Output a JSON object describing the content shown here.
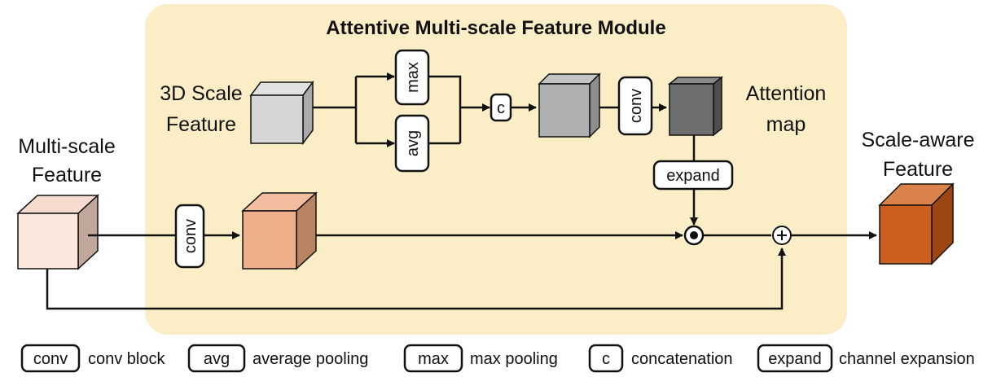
{
  "module": {
    "title": "Attentive Multi-scale Feature Module",
    "panel_color": "#FBEDC6"
  },
  "labels": {
    "scale3d_line1": "3D Scale",
    "scale3d_line2": "Feature",
    "multiscale_line1": "Multi-scale",
    "multiscale_line2": "Feature",
    "attention_line1": "Attention",
    "attention_line2": "map",
    "scaleaware_line1": "Scale-aware",
    "scaleaware_line2": "Feature"
  },
  "ops": {
    "max": "max",
    "avg": "avg",
    "concat": "c",
    "conv_top": "conv",
    "conv_bottom": "conv",
    "expand": "expand"
  },
  "legend": [
    {
      "key": "conv",
      "text": "conv block"
    },
    {
      "key": "avg",
      "text": "average pooling"
    },
    {
      "key": "max",
      "text": "max pooling"
    },
    {
      "key": "c",
      "text": "concatenation"
    },
    {
      "key": "expand",
      "text": "channel expansion"
    }
  ],
  "colors": {
    "multiscale_cube": "#FCE7DC",
    "conv_cube": "#EFAE8A",
    "scale3d_cube": "#D6D6D6",
    "concat_cube": "#AFAFAF",
    "attention_cube": "#6E6E6E",
    "output_cube": "#CC5F1F"
  }
}
